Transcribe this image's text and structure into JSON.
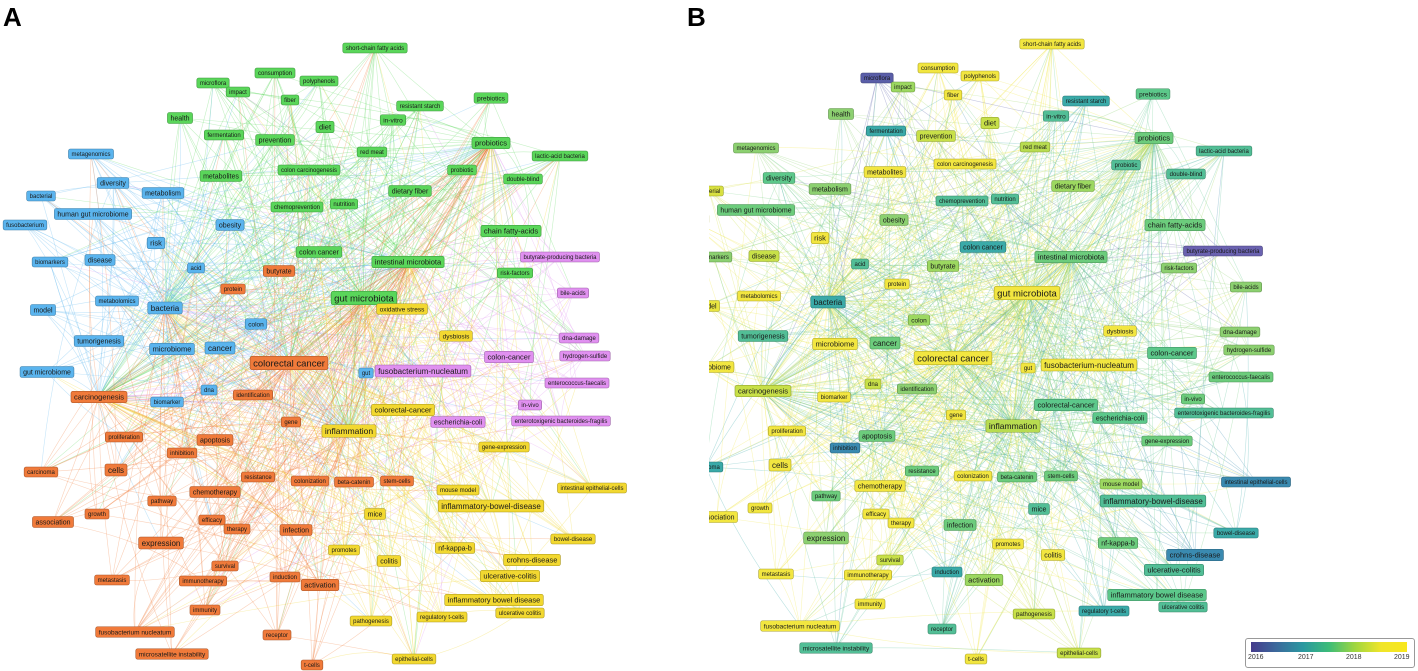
{
  "panels": {
    "a": {
      "letter": "A"
    },
    "b": {
      "letter": "B"
    }
  },
  "legend": {
    "ticks": [
      "2016",
      "2017",
      "2018",
      "2019"
    ]
  },
  "nodes": [
    {
      "id": "short-chain fatty acids",
      "a": "#5ad65a",
      "b": "#f2e640"
    },
    {
      "id": "consumption",
      "a": "#5ad65a",
      "b": "#f2e640"
    },
    {
      "id": "microflora",
      "a": "#5ad65a",
      "b": "#5a5ea8"
    },
    {
      "id": "polyphenols",
      "a": "#5ad65a",
      "b": "#f2e640"
    },
    {
      "id": "impact",
      "a": "#5ad65a",
      "b": "#9cd860"
    },
    {
      "id": "fiber",
      "a": "#5ad65a",
      "b": "#f2e640"
    },
    {
      "id": "resistant starch",
      "a": "#5ad65a",
      "b": "#3aaaa8"
    },
    {
      "id": "prebiotics",
      "a": "#5ad65a",
      "b": "#5cc88a"
    },
    {
      "id": "health",
      "a": "#5ad65a",
      "b": "#8cd070"
    },
    {
      "id": "fermentation",
      "a": "#5ad65a",
      "b": "#3aaaa8"
    },
    {
      "id": "prevention",
      "a": "#5ad65a",
      "b": "#c8e048"
    },
    {
      "id": "diet",
      "a": "#5ad65a",
      "b": "#c8e048"
    },
    {
      "id": "in-vitro",
      "a": "#5ad65a",
      "b": "#52be96"
    },
    {
      "id": "probiotics",
      "a": "#5ad65a",
      "b": "#6ccc7c"
    },
    {
      "id": "metagenomics",
      "a": "#5ab4ee",
      "b": "#8cd070"
    },
    {
      "id": "red meat",
      "a": "#5ad65a",
      "b": "#b8dc50"
    },
    {
      "id": "lactic-acid bacteria",
      "a": "#5ad65a",
      "b": "#52be96"
    },
    {
      "id": "colon carcinogenesis",
      "a": "#5ad65a",
      "b": "#f2e640"
    },
    {
      "id": "metabolites",
      "a": "#5ad65a",
      "b": "#f2e640"
    },
    {
      "id": "probiotic",
      "a": "#5ad65a",
      "b": "#52be96"
    },
    {
      "id": "double-blind",
      "a": "#5ad65a",
      "b": "#52be96"
    },
    {
      "id": "diversity",
      "a": "#5ab4ee",
      "b": "#5cc88a"
    },
    {
      "id": "bacterial",
      "a": "#5ab4ee",
      "b": "#d8e040"
    },
    {
      "id": "metabolism",
      "a": "#5ab4ee",
      "b": "#8cd070"
    },
    {
      "id": "dietary fiber",
      "a": "#5ad65a",
      "b": "#9cd860"
    },
    {
      "id": "chemoprevention",
      "a": "#5ad65a",
      "b": "#52be96"
    },
    {
      "id": "nutrition",
      "a": "#5ad65a",
      "b": "#52be96"
    },
    {
      "id": "human gut microbiome",
      "a": "#5ab4ee",
      "b": "#6ccc7c"
    },
    {
      "id": "fusobacterium",
      "a": "#5ab4ee",
      "b": "#f2e640"
    },
    {
      "id": "obesity",
      "a": "#5ab4ee",
      "b": "#8cd070"
    },
    {
      "id": "chain fatty-acids",
      "a": "#5ad65a",
      "b": "#6ccc7c"
    },
    {
      "id": "butyrate-producing bacteria",
      "a": "#e090f0",
      "b": "#6a62b0"
    },
    {
      "id": "risk",
      "a": "#5ab4ee",
      "b": "#f2e640"
    },
    {
      "id": "colon cancer",
      "a": "#5ad65a",
      "b": "#3aaaa8"
    },
    {
      "id": "biomarkers",
      "a": "#5ab4ee",
      "b": "#8cd070"
    },
    {
      "id": "disease",
      "a": "#5ab4ee",
      "b": "#c8e048"
    },
    {
      "id": "intestinal microbiota",
      "a": "#5ad65a",
      "b": "#6ccc7c"
    },
    {
      "id": "acid",
      "a": "#5ab4ee",
      "b": "#52be96"
    },
    {
      "id": "butyrate",
      "a": "#f07a3a",
      "b": "#9cd860"
    },
    {
      "id": "risk-factors",
      "a": "#5ad65a",
      "b": "#8cd070"
    },
    {
      "id": "protein",
      "a": "#f07a3a",
      "b": "#f2e640"
    },
    {
      "id": "bile-acids",
      "a": "#e090f0",
      "b": "#8cd070"
    },
    {
      "id": "metabolomics",
      "a": "#5ab4ee",
      "b": "#f2e640"
    },
    {
      "id": "gut microbiota",
      "a": "#5ad65a",
      "b": "#f2e640"
    },
    {
      "id": "bacteria",
      "a": "#5ab4ee",
      "b": "#3aaaa8"
    },
    {
      "id": "model",
      "a": "#5ab4ee",
      "b": "#e8e440"
    },
    {
      "id": "oxidative stress",
      "a": "#f2d830",
      "b": ""
    },
    {
      "id": "tumorigenesis",
      "a": "#5ab4ee",
      "b": "#52be96"
    },
    {
      "id": "colon",
      "a": "#5ab4ee",
      "b": "#9cd860"
    },
    {
      "id": "dysbiosis",
      "a": "#f2d830",
      "b": "#f2e640"
    },
    {
      "id": "dna-damage",
      "a": "#e090f0",
      "b": "#8cd070"
    },
    {
      "id": "microbiome",
      "a": "#5ab4ee",
      "b": "#f2e640"
    },
    {
      "id": "cancer",
      "a": "#5ab4ee",
      "b": "#6ccc7c"
    },
    {
      "id": "colorectal cancer",
      "a": "#f07a3a",
      "b": "#f2e640"
    },
    {
      "id": "colon-cancer",
      "a": "#e090f0",
      "b": "#5cc88a"
    },
    {
      "id": "hydrogen-sulfide",
      "a": "#e090f0",
      "b": "#8cd070"
    },
    {
      "id": "gut microbiome",
      "a": "#5ab4ee",
      "b": "#f2e640"
    },
    {
      "id": "gut",
      "a": "#5ab4ee",
      "b": "#f2e640"
    },
    {
      "id": "fusobacterium-nucleatum",
      "a": "#e090f0",
      "b": "#f2e640"
    },
    {
      "id": "enterococcus-faecalis",
      "a": "#e090f0",
      "b": "#6ccc7c"
    },
    {
      "id": "dna",
      "a": "#5ab4ee",
      "b": "#c8e048"
    },
    {
      "id": "identification",
      "a": "#f07a3a",
      "b": "#8cd070"
    },
    {
      "id": "carcinogenesis",
      "a": "#f07a3a",
      "b": "#c8e048"
    },
    {
      "id": "biomarker",
      "a": "#5ab4ee",
      "b": "#f2e640"
    },
    {
      "id": "in-vivo",
      "a": "#e090f0",
      "b": "#6ccc7c"
    },
    {
      "id": "colorectal-cancer",
      "a": "#f2d830",
      "b": "#5cc88a"
    },
    {
      "id": "enterotoxigenic bacteroides-fragilis",
      "a": "#e090f0",
      "b": "#52be96"
    },
    {
      "id": "gene",
      "a": "#f07a3a",
      "b": "#f2e640"
    },
    {
      "id": "escherichia-coli",
      "a": "#e090f0",
      "b": "#5cc88a"
    },
    {
      "id": "proliferation",
      "a": "#f07a3a",
      "b": "#f2e640"
    },
    {
      "id": "apoptosis",
      "a": "#f07a3a",
      "b": "#6ccc7c"
    },
    {
      "id": "inflammation",
      "a": "#f2d830",
      "b": "#b8dc50"
    },
    {
      "id": "inhibition",
      "a": "#f07a3a",
      "b": "#3a8ab0"
    },
    {
      "id": "gene-expression",
      "a": "#f2d830",
      "b": "#6ccc7c"
    },
    {
      "id": "carcinoma",
      "a": "#f07a3a",
      "b": "#3aaaa8"
    },
    {
      "id": "cells",
      "a": "#f07a3a",
      "b": "#f2e640"
    },
    {
      "id": "resistance",
      "a": "#f07a3a",
      "b": "#6ccc7c"
    },
    {
      "id": "colonization",
      "a": "#f07a3a",
      "b": "#f2e640"
    },
    {
      "id": "beta-catenin",
      "a": "#f07a3a",
      "b": "#6ccc7c"
    },
    {
      "id": "stem-cells",
      "a": "#f07a3a",
      "b": "#6ccc7c"
    },
    {
      "id": "mouse model",
      "a": "#f2d830",
      "b": "#9cd860"
    },
    {
      "id": "intestinal epithelial-cells",
      "a": "#f2d830",
      "b": "#3a8ab0"
    },
    {
      "id": "chemotherapy",
      "a": "#f07a3a",
      "b": "#f2e640"
    },
    {
      "id": "pathway",
      "a": "#f07a3a",
      "b": "#6ccc7c"
    },
    {
      "id": "growth",
      "a": "#f07a3a",
      "b": "#f2e640"
    },
    {
      "id": "association",
      "a": "#f07a3a",
      "b": "#f2e640"
    },
    {
      "id": "efficacy",
      "a": "#f07a3a",
      "b": "#f2e640"
    },
    {
      "id": "therapy",
      "a": "#f07a3a",
      "b": "#f2e640"
    },
    {
      "id": "infection",
      "a": "#f07a3a",
      "b": "#6ccc7c"
    },
    {
      "id": "inflammatory-bowel-disease",
      "a": "#f2d830",
      "b": "#52be96"
    },
    {
      "id": "mice",
      "a": "#f2d830",
      "b": "#52be96"
    },
    {
      "id": "bowel-disease",
      "a": "#f2d830",
      "b": "#3aaaa8"
    },
    {
      "id": "expression",
      "a": "#f07a3a",
      "b": "#8cd070"
    },
    {
      "id": "promotes",
      "a": "#f2d830",
      "b": "#f2e640"
    },
    {
      "id": "nf-kappa-b",
      "a": "#f2d830",
      "b": "#6ccc7c"
    },
    {
      "id": "crohns-disease",
      "a": "#f2d830",
      "b": "#3a8ab0"
    },
    {
      "id": "colitis",
      "a": "#f2d830",
      "b": "#f2e640"
    },
    {
      "id": "survival",
      "a": "#f07a3a",
      "b": "#c8e048"
    },
    {
      "id": "induction",
      "a": "#f07a3a",
      "b": "#3aaaa8"
    },
    {
      "id": "activation",
      "a": "#f07a3a",
      "b": "#9cd860"
    },
    {
      "id": "ulcerative-colitis",
      "a": "#f2d830",
      "b": "#52be96"
    },
    {
      "id": "metastasis",
      "a": "#f07a3a",
      "b": "#f2e640"
    },
    {
      "id": "immunotherapy",
      "a": "#f07a3a",
      "b": "#f2e640"
    },
    {
      "id": "inflammatory bowel disease",
      "a": "#f2d830",
      "b": "#5cc88a"
    },
    {
      "id": "immunity",
      "a": "#f07a3a",
      "b": "#f2e640"
    },
    {
      "id": "pathogenesis",
      "a": "#f2d830",
      "b": "#c8e048"
    },
    {
      "id": "regulatory t-cells",
      "a": "#f2d830",
      "b": "#3aaaa8"
    },
    {
      "id": "ulcerative colitis",
      "a": "#f2d830",
      "b": "#52be96"
    },
    {
      "id": "fusobacterium nucleatum",
      "a": "#f07a3a",
      "b": "#f2e640"
    },
    {
      "id": "receptor",
      "a": "#f07a3a",
      "b": "#52be96"
    },
    {
      "id": "microsatellite instability",
      "a": "#f07a3a",
      "b": "#52be96"
    },
    {
      "id": "epithelial-cells",
      "a": "#f2d830",
      "b": "#c8e048"
    },
    {
      "id": "t-cells",
      "a": "#f07a3a",
      "b": "#f2e640"
    }
  ]
}
